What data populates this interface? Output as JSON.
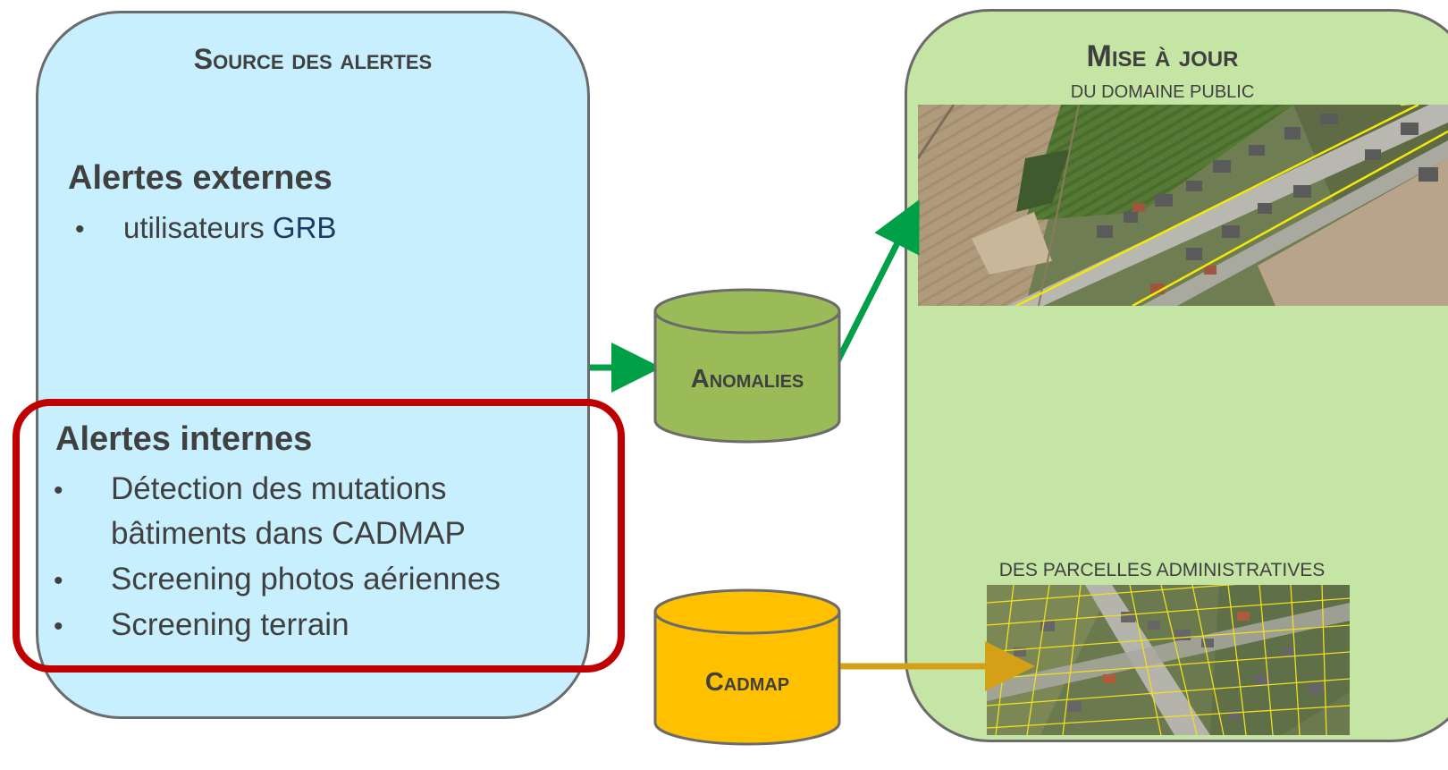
{
  "source": {
    "title": "Source des alertes",
    "external": {
      "heading": "Alertes externes",
      "item_prefix": "utilisateurs ",
      "item_highlight": "GRB"
    },
    "internal": {
      "heading": "Alertes internes",
      "items": [
        "Détection des mutations",
        "bâtiments dans CADMAP",
        "Screening photos aériennes",
        "Screening terrain"
      ]
    }
  },
  "databases": {
    "anomalies": "Anomalies",
    "cadmap": "Cadmap"
  },
  "update": {
    "title": "Mise à jour",
    "public_domain": "du domaine public",
    "parcels": "Des parcelles administratives"
  },
  "colors": {
    "source_bg": "#c7effd",
    "update_bg": "#c5e5a5",
    "internal_frame": "#c00000",
    "anomalies_db": "#9bbb59",
    "cadmap_db": "#ffc000",
    "arrow_green": "#00a046",
    "arrow_gold": "#d4a017",
    "grb_text": "#1f3864"
  }
}
